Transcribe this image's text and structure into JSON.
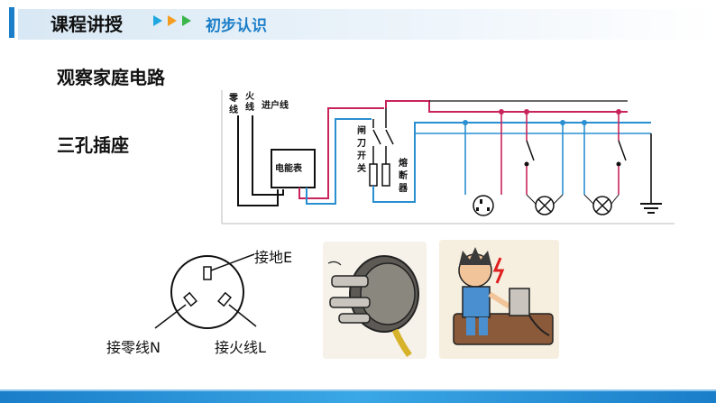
{
  "header": {
    "title": "课程讲授",
    "subtitle": "初步认识",
    "colors": {
      "accent": "#1a7ec8",
      "arrow1": "#1fa7e0",
      "arrow2": "#f39c1f",
      "arrow3": "#39b54a"
    }
  },
  "main": {
    "section_title": "观察家庭电路",
    "section_sub": "三孔插座"
  },
  "circuit": {
    "label_neutral": "零线",
    "label_live": "火线",
    "label_service": "进户线",
    "label_meter": "电能表",
    "label_knife_switch": "闸刀开关",
    "label_fuse": "熔断器",
    "wire_colors": {
      "live": "#c8245a",
      "neutral": "#2a8fd0",
      "earth": "#111111"
    }
  },
  "socket": {
    "label_earth": "接地E",
    "label_neutral": "接零线N",
    "label_live": "接火线L"
  },
  "illustrations": {
    "plug_icon": "three-prong-plug",
    "shock_icon": "electric-shock-cartoon"
  }
}
